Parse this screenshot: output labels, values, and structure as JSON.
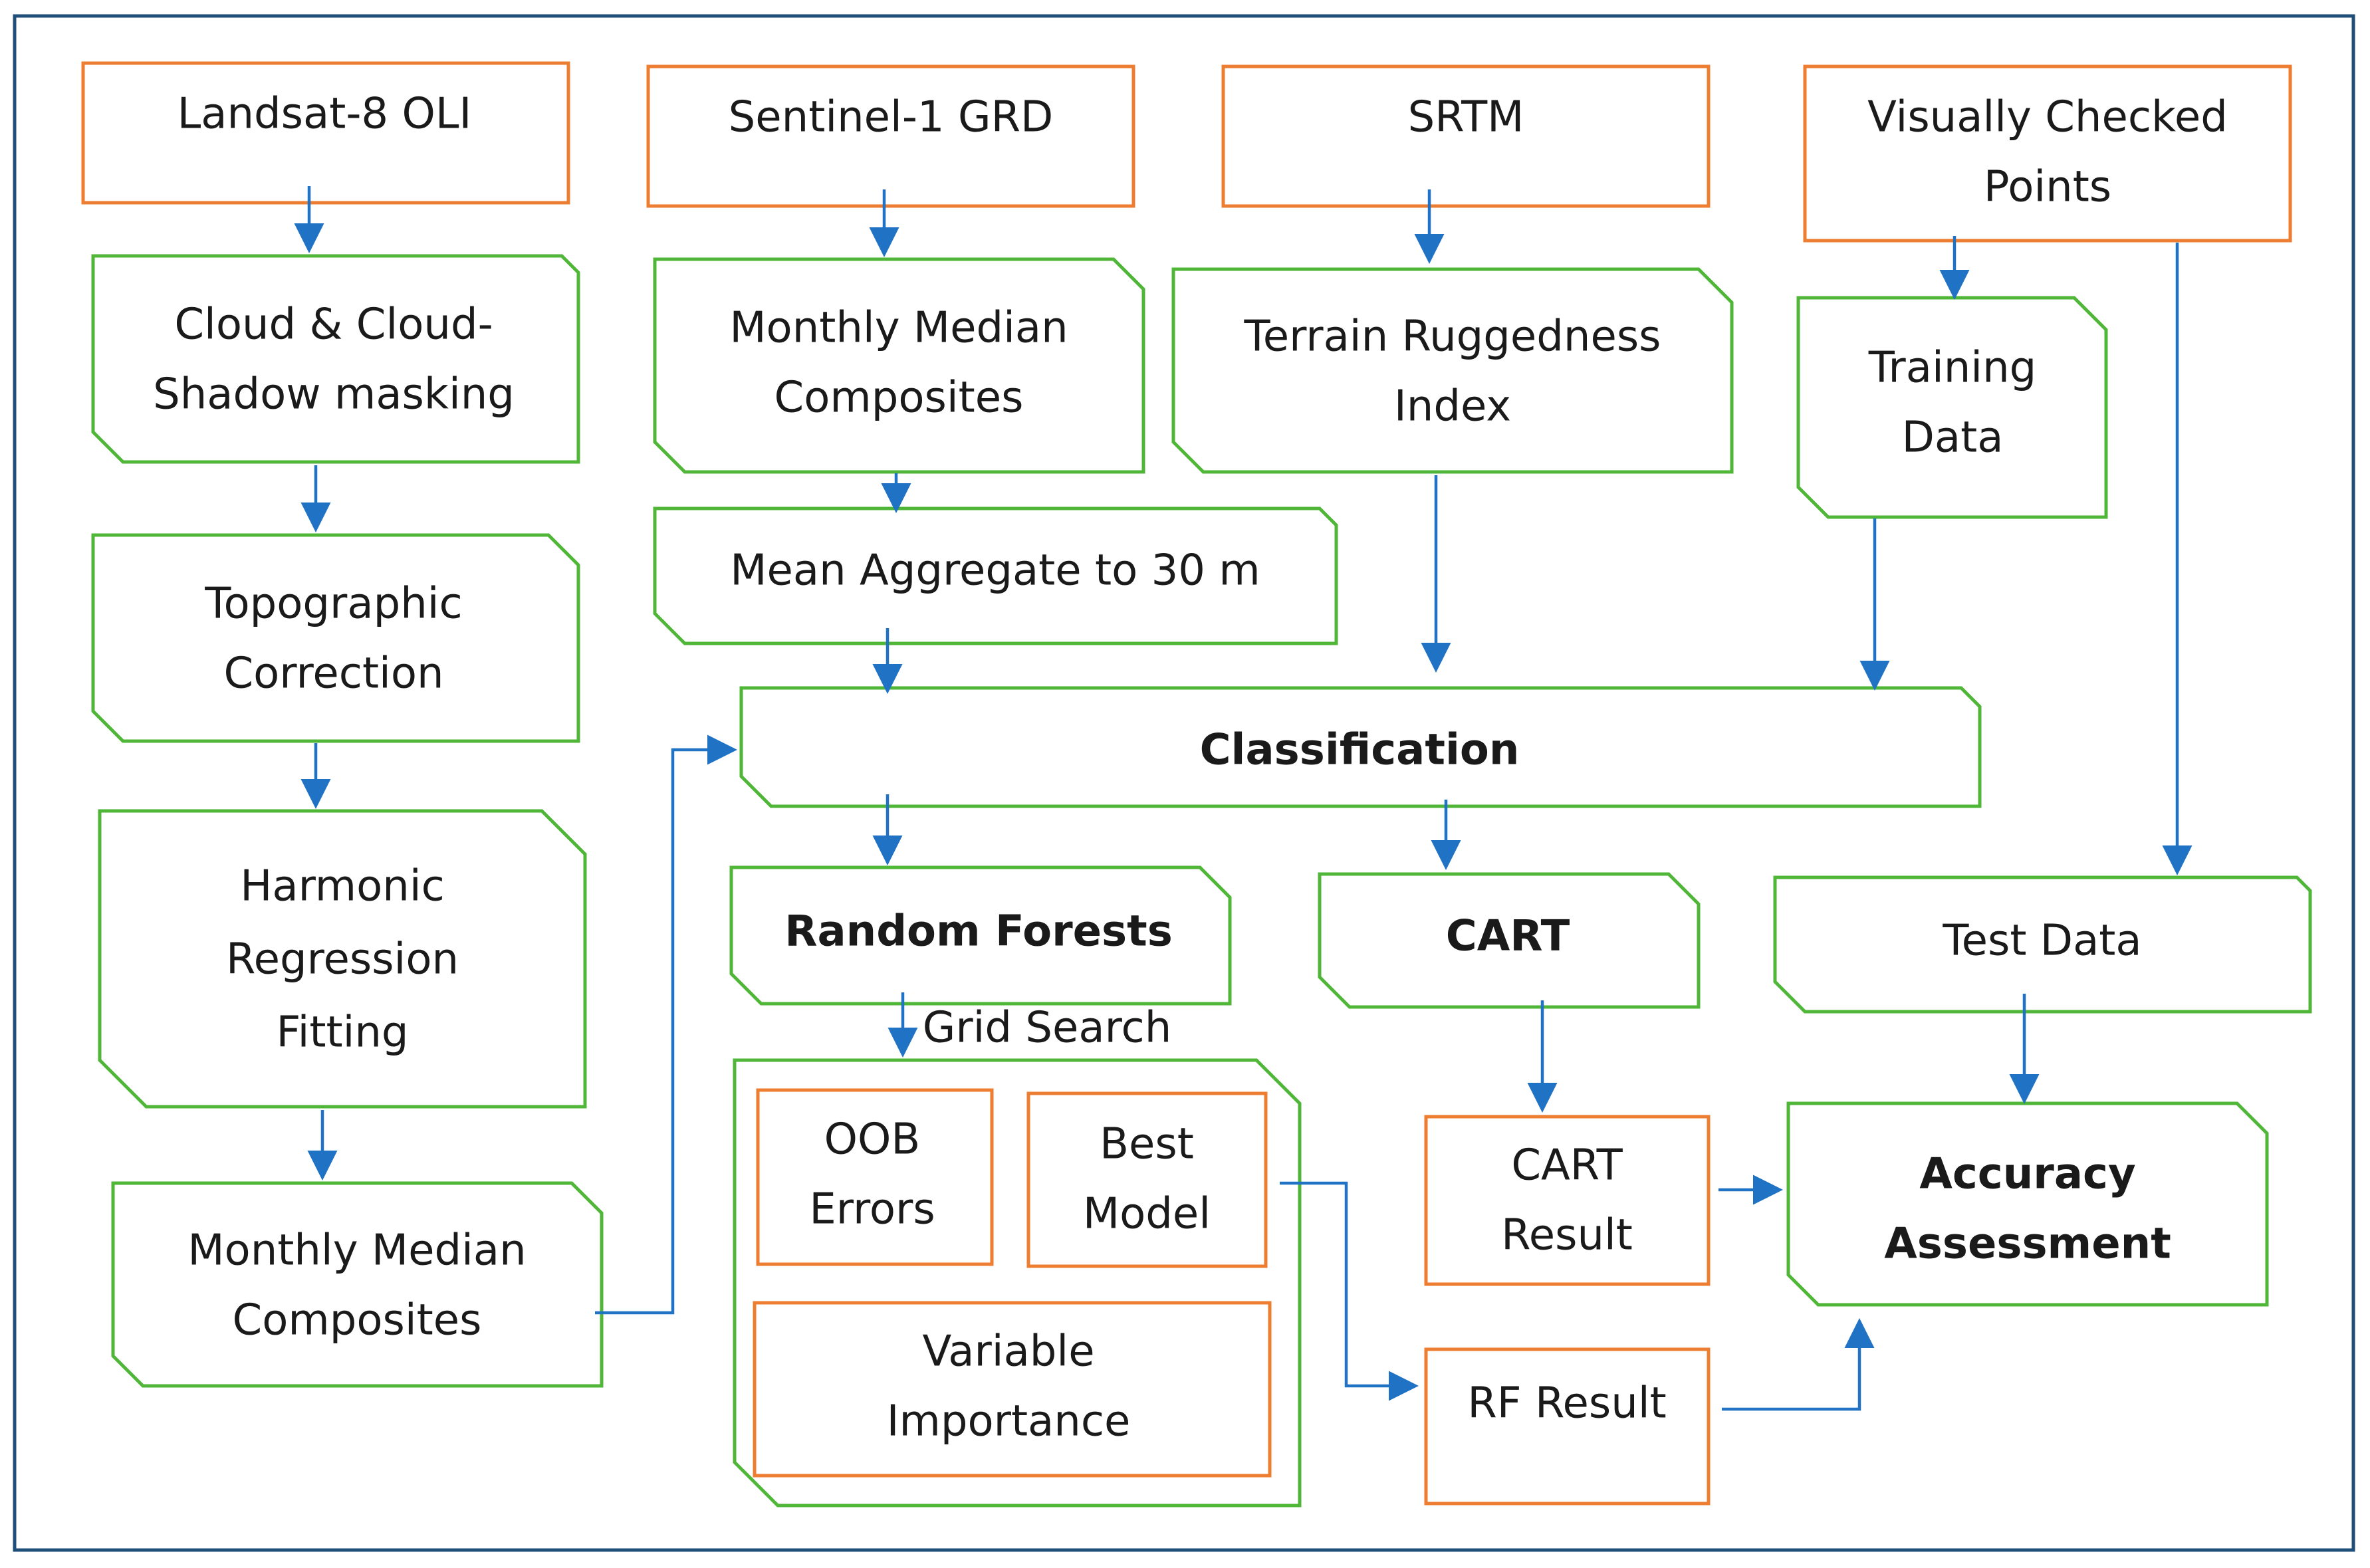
{
  "nodes": {
    "landsat": "Landsat-8 OLI",
    "sentinel": "Sentinel-1 GRD",
    "srtm": "SRTM",
    "visually_checked": [
      "Visually Checked",
      "Points"
    ],
    "cloud_masking": [
      "Cloud & Cloud-",
      "Shadow masking"
    ],
    "monthly_median_s1": [
      "Monthly Median",
      "Composites"
    ],
    "terrain_ruggedness": [
      "Terrain Ruggedness",
      "Index"
    ],
    "training_data": [
      "Training",
      "Data"
    ],
    "topographic": [
      "Topographic",
      "Correction"
    ],
    "mean_aggregate": "Mean Aggregate to 30 m",
    "classification": "Classification",
    "harmonic": [
      "Harmonic",
      "Regression",
      "Fitting"
    ],
    "random_forests": "Random Forests",
    "cart": "CART",
    "test_data": "Test Data",
    "grid_search": "Grid Search",
    "oob_errors": [
      "OOB",
      "Errors"
    ],
    "best_model": [
      "Best",
      "Model"
    ],
    "cart_result": [
      "CART",
      "Result"
    ],
    "accuracy": [
      "Accuracy",
      "Assessment"
    ],
    "monthly_median_l8": [
      "Monthly Median",
      "Composites"
    ],
    "variable_importance": [
      "Variable",
      "Importance"
    ],
    "rf_result": "RF Result"
  },
  "colors": {
    "input_border": "#ed7d31",
    "process_border": "#4fb638",
    "arrow": "#1f72c4",
    "frame": "#1f4e79"
  }
}
